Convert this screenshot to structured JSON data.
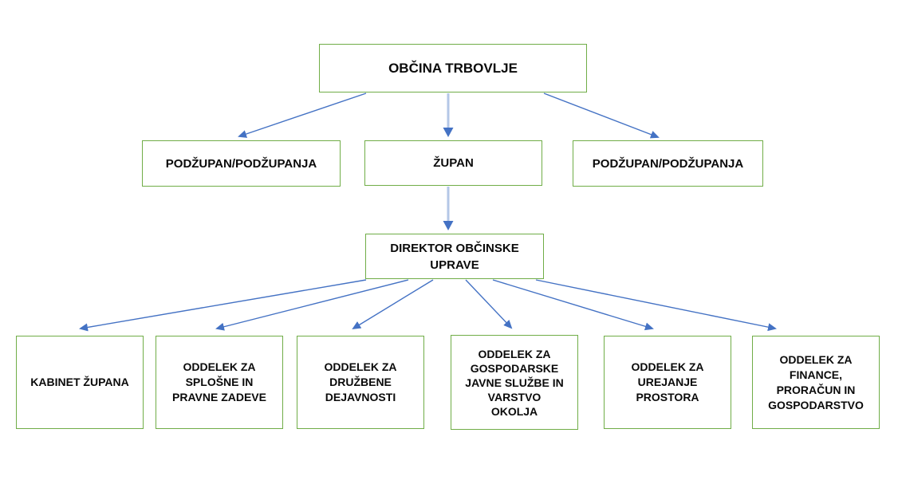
{
  "diagram": {
    "type": "org-chart",
    "nodes": {
      "root": {
        "label": "OBČINA TRBOVLJE"
      },
      "vice_left": {
        "label": "PODŽUPAN/PODŽUPANJA"
      },
      "mayor": {
        "label": "ŽUPAN"
      },
      "vice_right": {
        "label": "PODŽUPAN/PODŽUPANJA"
      },
      "director": {
        "label": "DIREKTOR OBČINSKE\nUPRAVE"
      },
      "dept_cabinet": {
        "label": "KABINET ŽUPANA"
      },
      "dept_general": {
        "label": "ODDELEK ZA\nSPLOŠNE IN\nPRAVNE ZADEVE"
      },
      "dept_social": {
        "label": "ODDELEK ZA\nDRUŽBENE\nDEJAVNOSTI"
      },
      "dept_utilities": {
        "label": "ODDELEK ZA\nGOSPODARSKE\nJAVNE SLUŽBE IN\nVARSTVO\nOKOLJA"
      },
      "dept_spatial": {
        "label": "ODDELEK ZA\nUREJANJE\nPROSTORA"
      },
      "dept_finance": {
        "label": "ODDELEK ZA\nFINANCE,\nPRORAČUN IN\nGOSPODARSTVO"
      }
    },
    "edges": [
      {
        "from": "root",
        "to": "vice_left"
      },
      {
        "from": "root",
        "to": "mayor"
      },
      {
        "from": "root",
        "to": "vice_right"
      },
      {
        "from": "mayor",
        "to": "director"
      },
      {
        "from": "director",
        "to": "dept_cabinet"
      },
      {
        "from": "director",
        "to": "dept_general"
      },
      {
        "from": "director",
        "to": "dept_social"
      },
      {
        "from": "director",
        "to": "dept_utilities"
      },
      {
        "from": "director",
        "to": "dept_spatial"
      },
      {
        "from": "director",
        "to": "dept_finance"
      }
    ],
    "colors": {
      "box_border": "#70AD47",
      "box_fill": "#FFFFFF",
      "arrow_line": "#4472C4",
      "connector_light_line": "#B4C7E7",
      "arrow_head": "#4472C4",
      "text": "#000000",
      "background": "#FFFFFF"
    }
  }
}
